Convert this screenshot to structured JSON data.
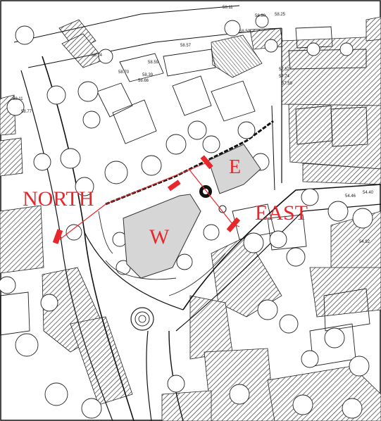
{
  "labels": {
    "north": "NORTH",
    "east": "EAST",
    "building_w": "W",
    "building_e": "E"
  },
  "elevations": [
    "58.11",
    "58.90",
    "58.25",
    "58.50",
    "58.57",
    "58.14",
    "58.59",
    "58.70",
    "58.66",
    "58.39",
    "57.52",
    "57.74",
    "57.59",
    "58.11",
    "58.77",
    "54.46",
    "54.40",
    "54.92"
  ],
  "colors": {
    "annotation_red": "#e8262c",
    "building_fill": "#d6d6d6",
    "linework": "#1a1a1a",
    "hatch": "#3a3a3a"
  }
}
